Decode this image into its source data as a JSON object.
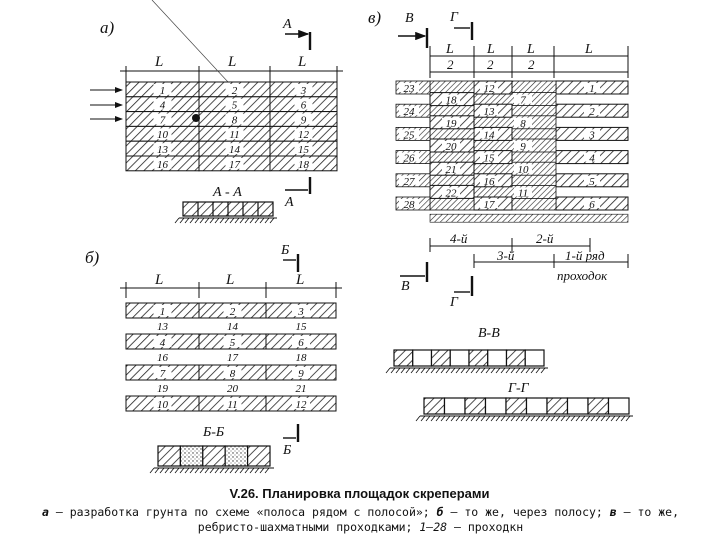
{
  "labels": {
    "fig_a": "а)",
    "fig_b": "б)",
    "fig_v": "в)",
    "dim_L": "L",
    "sec_A": "А",
    "sec_B": "Б",
    "sec_V": "В",
    "sec_G": "Г",
    "title_AA": "А - А",
    "title_BB": "Б-Б",
    "title_VV": "В-В",
    "title_GG": "Г-Г",
    "row_4": "4-й",
    "row_3": "3-й",
    "row_2": "2-й",
    "row_1": "1-й ряд",
    "row_word": "проходок",
    "v_strip_width": "2"
  },
  "panel_a": {
    "cells": [
      "1",
      "2",
      "3",
      "4",
      "5",
      "6",
      "7",
      "8",
      "9",
      "10",
      "11",
      "12",
      "13",
      "14",
      "15",
      "16",
      "17",
      "18"
    ]
  },
  "panel_b": {
    "strips": [
      "1",
      "2",
      "3",
      "4",
      "5",
      "6",
      "7",
      "8",
      "9",
      "10",
      "11",
      "12"
    ],
    "gaps": [
      "13",
      "14",
      "15",
      "16",
      "17",
      "18",
      "19",
      "20",
      "21"
    ]
  },
  "panel_v": {
    "right_col": [
      "1",
      "2",
      "3",
      "4",
      "5",
      "6"
    ],
    "mid_col": [
      "7",
      "8",
      "9",
      "10",
      "11"
    ],
    "col2": [
      "12",
      "13",
      "14",
      "15",
      "16",
      "17"
    ],
    "col1": [
      "18",
      "19",
      "20",
      "21",
      "22"
    ],
    "left_col": [
      "23",
      "24",
      "25",
      "26",
      "27",
      "28"
    ]
  },
  "caption": {
    "title": "V.26. Планировка площадок скреперами",
    "a_label": "а",
    "a_text": " — разработка грунта по схеме «полоса рядом с полосой»; ",
    "b_label": "б",
    "b_text": " — то же, через полосу; ",
    "v_label": "в",
    "v_text": " — то же, ребристо-шахматными проходками; ",
    "range_label": "1—28",
    "range_text": " — проходкн"
  }
}
